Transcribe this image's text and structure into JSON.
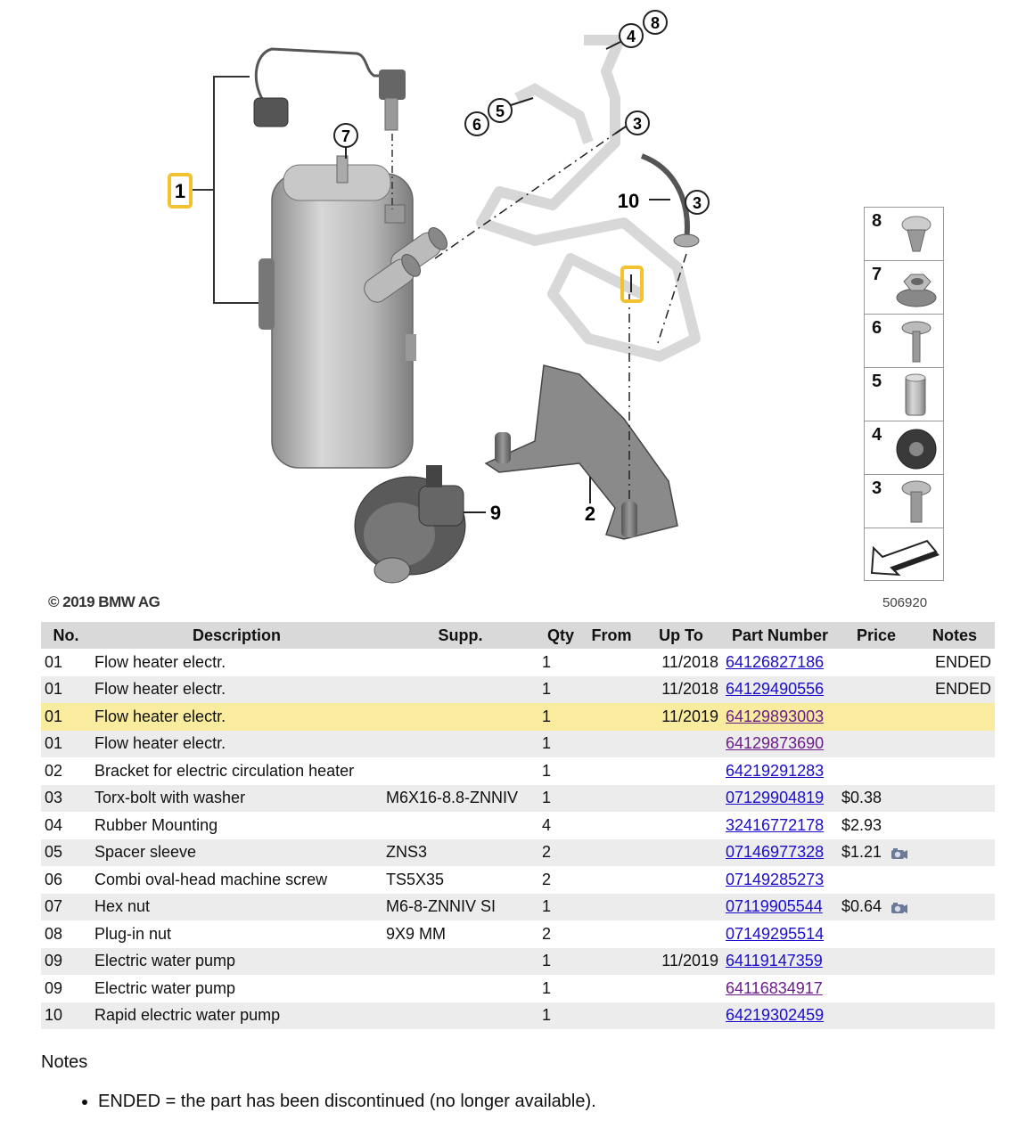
{
  "diagram": {
    "copyright": "© 2019 BMW AG",
    "diagram_id": "506920",
    "callouts": {
      "c1": "1",
      "c2": "2",
      "c3a": "3",
      "c3b": "3",
      "c4": "4",
      "c5": "5",
      "c6": "6",
      "c7": "7",
      "c8": "8",
      "c9": "9",
      "c10": "10"
    },
    "thumbnails": [
      "8",
      "7",
      "6",
      "5",
      "4",
      "3"
    ],
    "highlight_color": "#f2c230"
  },
  "table": {
    "headers": {
      "no": "No.",
      "description": "Description",
      "supp": "Supp.",
      "qty": "Qty",
      "from": "From",
      "up_to": "Up To",
      "part_number": "Part Number",
      "price": "Price",
      "notes": "Notes"
    },
    "rows": [
      {
        "no": "01",
        "description": "Flow heater electr.",
        "supp": "",
        "qty": "1",
        "from": "",
        "up_to": "11/2018",
        "part_number": "64126827186",
        "price": "",
        "notes": "ENDED"
      },
      {
        "no": "01",
        "description": "Flow heater electr.",
        "supp": "",
        "qty": "1",
        "from": "",
        "up_to": "11/2018",
        "part_number": "64129490556",
        "price": "",
        "notes": "ENDED"
      },
      {
        "no": "01",
        "description": "Flow heater electr.",
        "supp": "",
        "qty": "1",
        "from": "",
        "up_to": "11/2019",
        "part_number": "64129893003",
        "price": "",
        "notes": ""
      },
      {
        "no": "01",
        "description": "Flow heater electr.",
        "supp": "",
        "qty": "1",
        "from": "",
        "up_to": "",
        "part_number": "64129873690",
        "price": "",
        "notes": ""
      },
      {
        "no": "02",
        "description": "Bracket for electric circulation heater",
        "supp": "",
        "qty": "1",
        "from": "",
        "up_to": "",
        "part_number": "64219291283",
        "price": "",
        "notes": ""
      },
      {
        "no": "03",
        "description": "Torx-bolt with washer",
        "supp": "M6X16-8.8-ZNNIV",
        "qty": "1",
        "from": "",
        "up_to": "",
        "part_number": "07129904819",
        "price": "$0.38",
        "notes": ""
      },
      {
        "no": "04",
        "description": "Rubber Mounting",
        "supp": "",
        "qty": "4",
        "from": "",
        "up_to": "",
        "part_number": "32416772178",
        "price": "$2.93",
        "notes": ""
      },
      {
        "no": "05",
        "description": "Spacer sleeve",
        "supp": "ZNS3",
        "qty": "2",
        "from": "",
        "up_to": "",
        "part_number": "07146977328",
        "price": "$1.21",
        "notes": ""
      },
      {
        "no": "06",
        "description": "Combi oval-head machine screw",
        "supp": "TS5X35",
        "qty": "2",
        "from": "",
        "up_to": "",
        "part_number": "07149285273",
        "price": "",
        "notes": ""
      },
      {
        "no": "07",
        "description": "Hex nut",
        "supp": "M6-8-ZNNIV SI",
        "qty": "1",
        "from": "",
        "up_to": "",
        "part_number": "07119905544",
        "price": "$0.64",
        "notes": ""
      },
      {
        "no": "08",
        "description": "Plug-in nut",
        "supp": "9X9 MM",
        "qty": "2",
        "from": "",
        "up_to": "",
        "part_number": "07149295514",
        "price": "",
        "notes": ""
      },
      {
        "no": "09",
        "description": "Electric water pump",
        "supp": "",
        "qty": "1",
        "from": "",
        "up_to": "11/2019",
        "part_number": "64119147359",
        "price": "",
        "notes": ""
      },
      {
        "no": "09",
        "description": "Electric water pump",
        "supp": "",
        "qty": "1",
        "from": "",
        "up_to": "",
        "part_number": "64116834917",
        "price": "",
        "notes": ""
      },
      {
        "no": "10",
        "description": "Rapid electric water pump",
        "supp": "",
        "qty": "1",
        "from": "",
        "up_to": "",
        "part_number": "64219302459",
        "price": "",
        "notes": ""
      }
    ]
  },
  "notes": {
    "title": "Notes",
    "items": [
      "ENDED = the part has been discontinued (no longer available)."
    ]
  }
}
